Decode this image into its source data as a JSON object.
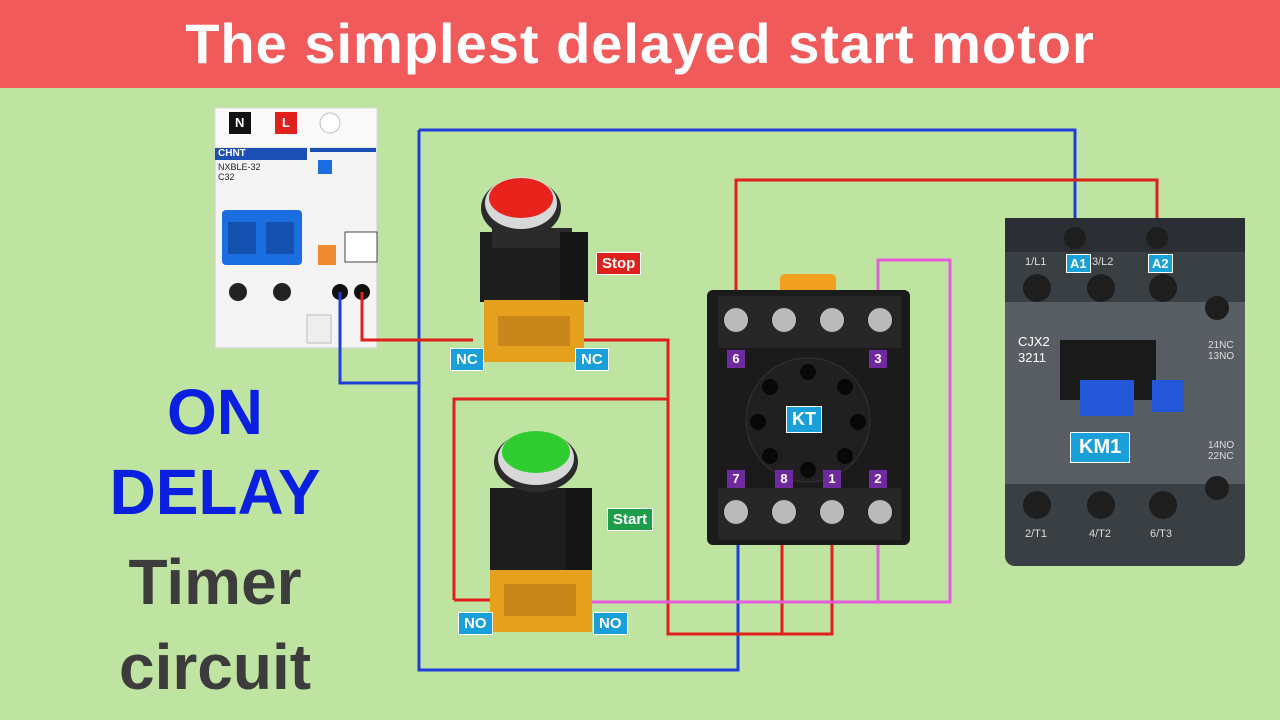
{
  "title": "The simplest delayed start motor",
  "left_text": {
    "line1": "ON",
    "line2": "DELAY",
    "line3": "Timer",
    "line4": "circuit",
    "color_on_delay": "#0a1fe0",
    "color_timer": "#3c3c3c"
  },
  "breaker": {
    "n_label": "N",
    "l_label": "L",
    "brand": "CHNT",
    "model": "NXBLE-32",
    "rating": "C32"
  },
  "stop_button": {
    "label": "Stop",
    "left_contact": "NC",
    "right_contact": "NC"
  },
  "start_button": {
    "label": "Start",
    "left_contact": "NO",
    "right_contact": "NO"
  },
  "timer": {
    "label": "KT",
    "top_pins": [
      "6",
      "3"
    ],
    "bottom_pins": [
      "7",
      "8",
      "1",
      "2"
    ]
  },
  "contactor": {
    "model_line1": "CJX2",
    "model_line2": "3211",
    "coil_a1": "A1",
    "coil_a2": "A2",
    "label": "KM1",
    "top_terms": [
      "1/L1",
      "3/L2"
    ],
    "bottom_terms": [
      "2/T1",
      "4/T2",
      "6/T3"
    ],
    "side_top": [
      "21NC",
      "13NO"
    ],
    "side_bottom": [
      "14NO",
      "22NC"
    ]
  },
  "colors": {
    "banner": "#f05a5a",
    "background": "#bfe3a1",
    "wire_blue": "#1f3fd6",
    "wire_red": "#e0201c",
    "wire_magenta": "#e65cdc",
    "tag_blue": "#1aa0d8",
    "tag_red": "#e0201c",
    "tag_green": "#1e9e4a",
    "pin_purple": "#6f2aa0"
  }
}
